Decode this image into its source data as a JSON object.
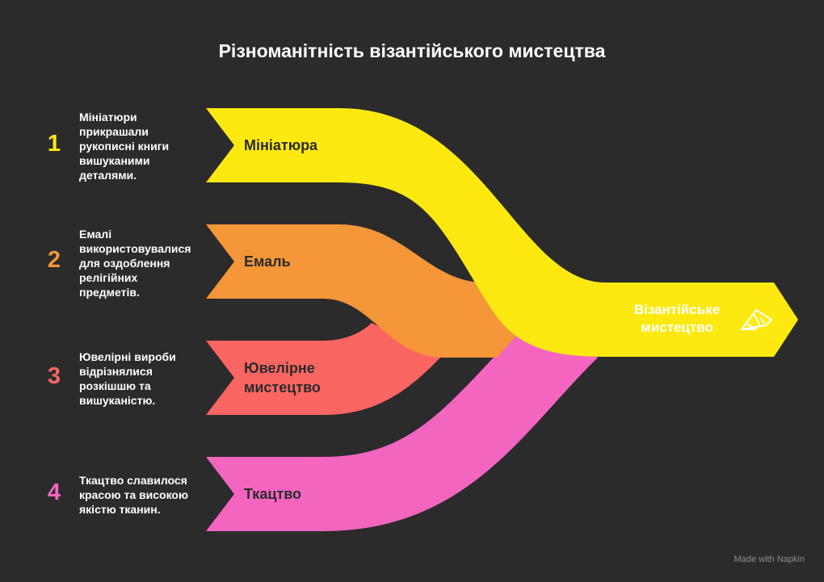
{
  "title": "Різноманітність візантійського мистецтва",
  "colors": {
    "background": "#2b2b2b",
    "miniature": "#fde910",
    "enamel": "#f59638",
    "jewelry": "#fb6562",
    "textile": "#f465bf"
  },
  "items": [
    {
      "number": "1",
      "label": "Мініатюра",
      "description": "Мініатюри прикрашали рукописні книги вишуканими деталями."
    },
    {
      "number": "2",
      "label": "Емаль",
      "description": "Емалі використовувалися для оздоблення релігійних предметів."
    },
    {
      "number": "3",
      "label": "Ювелірне мистецтво",
      "description": "Ювелірні вироби відрізнялися розкішшю та вишуканістю."
    },
    {
      "number": "4",
      "label": "Ткацтво",
      "description": "Ткацтво славилося красою та високою якістю тканин."
    }
  ],
  "target": {
    "label": "Візантійське мистецтво",
    "icon": "broken-column-icon"
  },
  "watermark": "Made with Napkin"
}
